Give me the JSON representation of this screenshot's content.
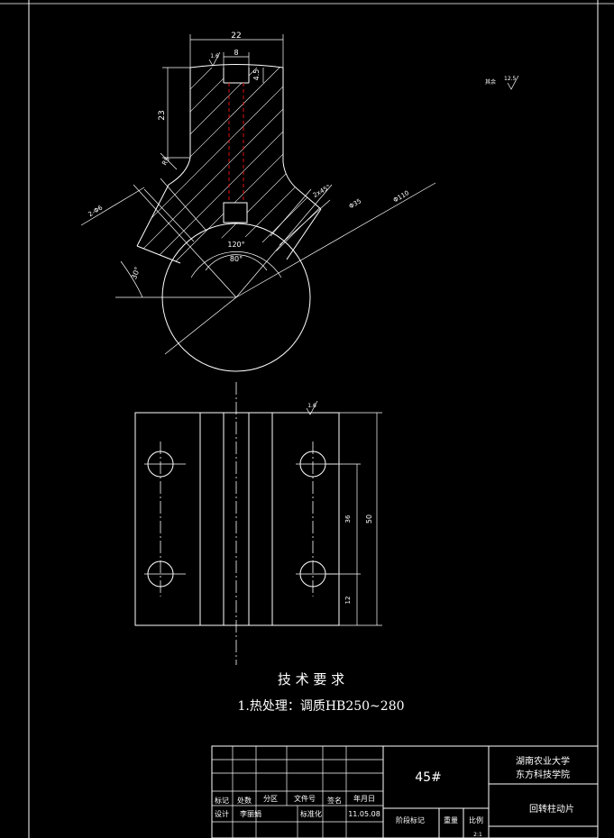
{
  "drawing": {
    "dims": {
      "width_22": "22",
      "slot_8": "8",
      "depth_45": "4.5",
      "height_23": "23",
      "r5": "R5",
      "holes": "2-Φ6",
      "chamfer": "2x45°",
      "d35": "Φ35",
      "d110": "Φ110",
      "angle_120": "120°",
      "angle_80": "80°",
      "angle_30": "30°",
      "dim_36": "36",
      "dim_50": "50",
      "dim_12": "12"
    },
    "roughness": {
      "top": "1.6",
      "bottom": "1.6",
      "rest_label": "其余",
      "rest_value": "12.5"
    }
  },
  "tech_req": {
    "title": "技 术  要 求",
    "item1": "1.热处理：调质HB250~280"
  },
  "title_block": {
    "material": "45#",
    "school_1": "湖南农业大学",
    "school_2": "东方科技学院",
    "part_name": "回转柱动片",
    "headers": [
      "标记",
      "处数",
      "分区",
      "文件号",
      "签名",
      "年月日"
    ],
    "row_design": [
      "设计",
      "李丽娟",
      "标准化",
      "11.05.08"
    ],
    "stage_label": "阶段标记",
    "weight_label": "重量",
    "scale_label": "比例",
    "scale_value": "2:1"
  }
}
